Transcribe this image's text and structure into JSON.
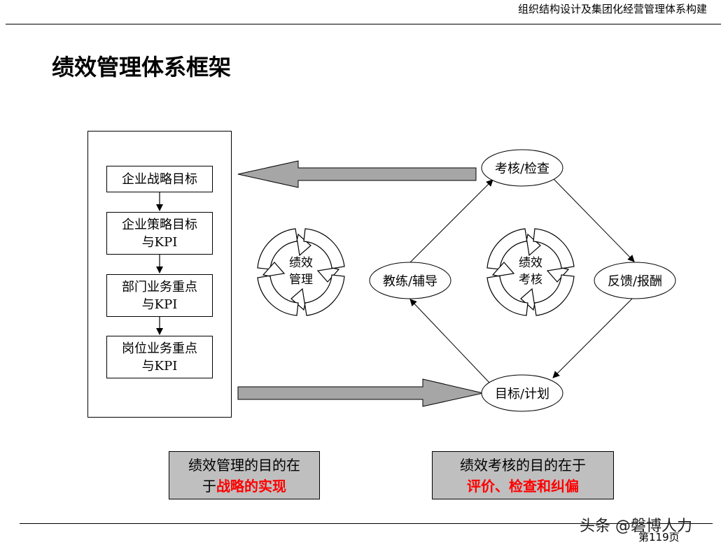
{
  "header": {
    "subtitle": "组织结构设计及集团化经营管理体系构建"
  },
  "page": {
    "title": "绩效管理体系框架",
    "page_number": "第119页",
    "watermark": "头条 @磐博人力"
  },
  "left_flow": {
    "steps": [
      {
        "line1": "企业战略目标",
        "line2": ""
      },
      {
        "line1": "企业策略目标",
        "line2": "与KPI"
      },
      {
        "line1": "部门业务重点",
        "line2": "与KPI"
      },
      {
        "line1": "岗位业务重点",
        "line2": "与KPI"
      }
    ]
  },
  "cycle_left": {
    "line1": "绩效",
    "line2": "管理"
  },
  "cycle_right": {
    "line1": "绩效",
    "line2": "考核"
  },
  "nodes": {
    "top": "考核/检查",
    "left": "教练/辅导",
    "right": "反馈/报酬",
    "bottom": "目标/计划"
  },
  "callouts": {
    "left": {
      "prefix_line1": "绩效管理的目的在",
      "prefix_line2": "于",
      "highlight": "战略的实现"
    },
    "right": {
      "line1": "绩效考核的目的在于",
      "highlight": "评价、检查和纠偏"
    }
  },
  "colors": {
    "highlight": "#ff0000",
    "callout_bg": "#bfbfbf",
    "arrow_fill": "#a6a6a6"
  }
}
